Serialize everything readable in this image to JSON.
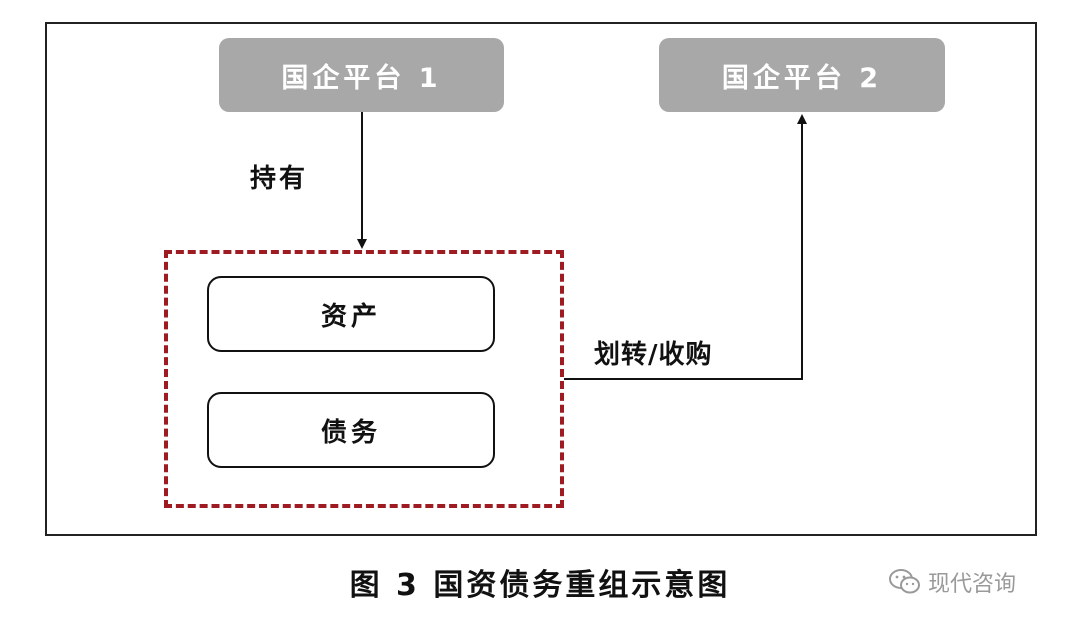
{
  "diagram": {
    "platform_1": "国企平台 1",
    "platform_2": "国企平台 2",
    "hold_label": "持有",
    "assets_label": "资产",
    "debts_label": "债务",
    "transfer_label": "划转/收购",
    "caption": "图 3  国资债务重组示意图",
    "colors": {
      "platform_fill": "#a8a8a8",
      "dashed_border": "#9e1b21",
      "frame": "#222222"
    }
  },
  "watermark": {
    "icon": "wechat-icon",
    "text": "现代咨询"
  }
}
